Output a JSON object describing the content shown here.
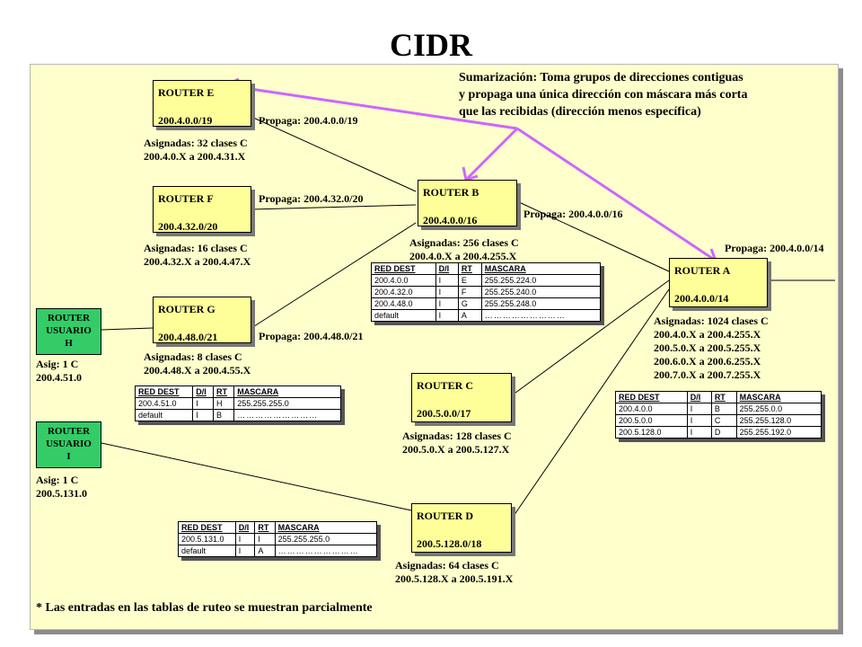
{
  "title": "CIDR",
  "summary": [
    "Sumarización: Toma grupos de direcciones contiguas",
    "y propaga una única dirección con máscara más corta",
    "que las recibidas (dirección menos específica)"
  ],
  "footnote": "* Las entradas en las tablas de ruteo se muestran parcialmente",
  "routers": {
    "e": {
      "name": "ROUTER E",
      "prefix": "200.4.0.0/19",
      "propaga": "Propaga: 200.4.0.0/19",
      "asig": [
        "Asignadas: 32 clases C",
        "200.4.0.X a 200.4.31.X"
      ]
    },
    "f": {
      "name": "ROUTER F",
      "prefix": "200.4.32.0/20",
      "propaga": "Propaga: 200.4.32.0/20",
      "asig": [
        "Asignadas: 16 clases C",
        "200.4.32.X a 200.4.47.X"
      ]
    },
    "g": {
      "name": "ROUTER G",
      "prefix": "200.4.48.0/21",
      "propaga": "Propaga: 200.4.48.0/21",
      "asig": [
        "Asignadas: 8 clases C",
        "200.4.48.X a 200.4.55.X"
      ]
    },
    "b": {
      "name": "ROUTER B",
      "prefix": "200.4.0.0/16",
      "propaga": "Propaga: 200.4.0.0/16",
      "asig": [
        "Asignadas: 256 clases C",
        "200.4.0.X a 200.4.255.X"
      ]
    },
    "a": {
      "name": "ROUTER A",
      "prefix": "200.4.0.0/14",
      "propaga": "Propaga: 200.4.0.0/14",
      "asig": [
        "Asignadas: 1024 clases C",
        "200.4.0.X a 200.4.255.X",
        "200.5.0.X a 200.5.255.X",
        "200.6.0.X a 200.6.255.X",
        "200.7.0.X a 200.7.255.X"
      ]
    },
    "c": {
      "name": "ROUTER C",
      "prefix": "200.5.0.0/17",
      "asig": [
        "Asignadas: 128 clases C",
        "200.5.0.X a 200.5.127.X"
      ]
    },
    "d": {
      "name": "ROUTER D",
      "prefix": "200.5.128.0/18",
      "asig": [
        "Asignadas: 64 clases C",
        "200.5.128.X a 200.5.191.X"
      ]
    },
    "h": {
      "name": [
        "ROUTER",
        "USUARIO",
        "H"
      ],
      "asig": [
        "Asig: 1 C",
        "200.4.51.0"
      ]
    },
    "i": {
      "name": [
        "ROUTER",
        "USUARIO",
        "I"
      ],
      "asig": [
        "Asig: 1 C",
        "200.5.131.0"
      ]
    }
  },
  "tables": {
    "b": {
      "header": [
        "RED DEST",
        "D/I",
        "RT",
        "MASCARA"
      ],
      "rows": [
        [
          "200.4.0.0",
          "I",
          "E",
          "255.255.224.0"
        ],
        [
          "200.4.32.0",
          "I",
          "F",
          "255.255.240.0"
        ],
        [
          "200.4.48.0",
          "I",
          "G",
          "255.255.248.0"
        ],
        [
          "default",
          "I",
          "A",
          "………………………"
        ]
      ]
    },
    "g": {
      "header": [
        "RED DEST",
        "D/I",
        "RT",
        "MASCARA"
      ],
      "rows": [
        [
          "200.4.51.0",
          "I",
          "H",
          "255.255.255.0"
        ],
        [
          "default",
          "I",
          "B",
          "………………………"
        ]
      ]
    },
    "a": {
      "header": [
        "RED DEST",
        "D/I",
        "RT",
        "MASCARA"
      ],
      "rows": [
        [
          "200.4.0.0",
          "I",
          "B",
          "255.255.0.0"
        ],
        [
          "200.5.0.0",
          "I",
          "C",
          "255.255.128.0"
        ],
        [
          "200.5.128.0",
          "I",
          "D",
          "255.255.192.0"
        ]
      ]
    },
    "d": {
      "header": [
        "RED DEST",
        "D/I",
        "RT",
        "MASCARA"
      ],
      "rows": [
        [
          "200.5.131.0",
          "I",
          "I",
          "255.255.255.0"
        ],
        [
          "default",
          "I",
          "A",
          "………………………"
        ]
      ]
    }
  },
  "colors": {
    "router_box": "#ffff99",
    "user_box": "#33cc66",
    "panel": "#ffffcc",
    "arrows": "#cc66ff"
  }
}
